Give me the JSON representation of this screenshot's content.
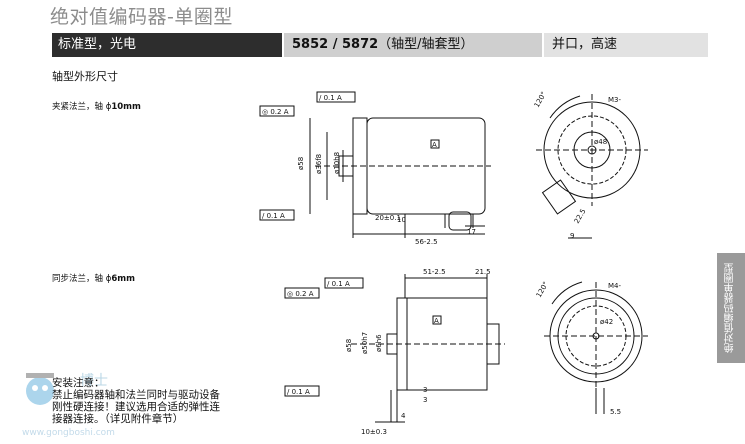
{
  "title": "绝对值编码器-单圈型",
  "bar": {
    "col1": "标准型，光电",
    "col2_bold": "5852 / 5872",
    "col2_rest": "（轴型/轴套型）",
    "col3": "并口，高速"
  },
  "section_label": "轴型外形尺寸",
  "clamp_label": "夹紧法兰，轴",
  "clamp_shaft": "10mm",
  "sync_label": "同步法兰，轴",
  "sync_shaft": "6mm",
  "side_tab_line1": "绝对值编码器",
  "side_tab_line2": "单圈型",
  "note": {
    "title": "安装注意：",
    "line1": "禁止编码器轴和法兰同时与驱动设备",
    "line2": "刚性硬连接！建议选用合适的弹性连",
    "line3": "接器连接。（详见附件章节）"
  },
  "watermark": {
    "brand": "博士",
    "url": "www.gongboshi.com"
  },
  "top_drawing": {
    "gdt_1": "◎ 0.2 A",
    "gdt_2": "/ 0.1 A",
    "gdt_3": "/ 0.1 A",
    "datum": "A",
    "dim_58": "ø58",
    "dim_36": "ø36f8",
    "dim_10": "ø10h8",
    "dim_20": "20±0.1",
    "dim_10b": "10",
    "dim_56": "56-2.5",
    "dim_17": "17",
    "angle": "120°",
    "m3": "M3-",
    "d48": "ø48",
    "d22": "22.5",
    "d9": "9"
  },
  "bottom_drawing": {
    "gdt_1": "◎ 0.2 A",
    "gdt_2": "/ 0.1 A",
    "gdt_3": "/ 0.1 A",
    "datum": "A",
    "dim_51": "51-2.5",
    "dim_215": "21.5",
    "dim_58": "ø58",
    "dim_50": "ø50h7",
    "dim_6": "ø6h6",
    "dim_3a": "3",
    "dim_3b": "3",
    "dim_4": "4",
    "dim_10": "10±0.3",
    "angle": "120°",
    "m4": "M4-",
    "d42": "ø42",
    "d55": "5.5"
  }
}
